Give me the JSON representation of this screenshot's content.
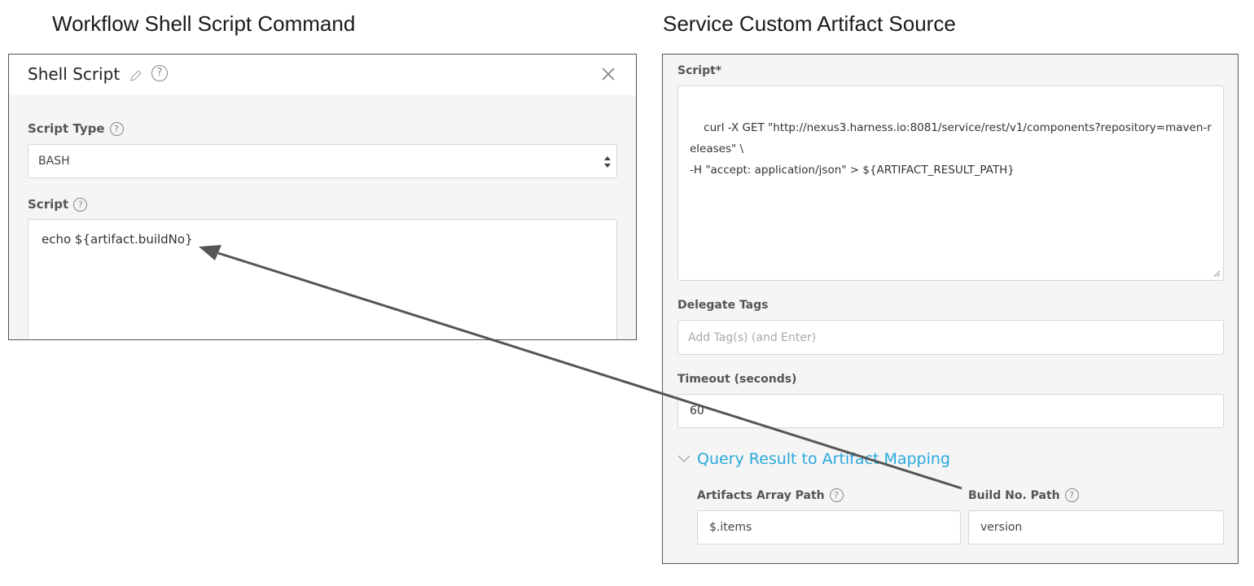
{
  "headings": {
    "left": "Workflow Shell Script Command",
    "right": "Service Custom Artifact Source"
  },
  "shell_panel": {
    "title": "Shell Script",
    "help_glyph": "?",
    "icons": [
      "edit-icon",
      "help-icon",
      "close-icon"
    ],
    "script_type_label": "Script Type",
    "script_type_value": "BASH",
    "script_label": "Script",
    "script_value": "echo ${artifact.buildNo}"
  },
  "artifact_panel": {
    "script_label": "Script*",
    "script_value": "curl -X GET \"http://nexus3.harness.io:8081/service/rest/v1/components?repository=maven-releases\" \\\n-H \"accept: application/json\" > ${ARTIFACT_RESULT_PATH}",
    "delegate_tags_label": "Delegate Tags",
    "delegate_tags_placeholder": "Add Tag(s) (and Enter)",
    "timeout_label": "Timeout (seconds)",
    "timeout_value": "60",
    "mapping_section_title": "Query Result to Artifact Mapping",
    "artifacts_array_path_label": "Artifacts Array Path",
    "artifacts_array_path_value": "$.items",
    "build_no_path_label": "Build No. Path",
    "build_no_path_value": "version"
  },
  "colors": {
    "accent_link": "#29a8dd",
    "panel_border": "#555555",
    "arrow": "#555555"
  }
}
